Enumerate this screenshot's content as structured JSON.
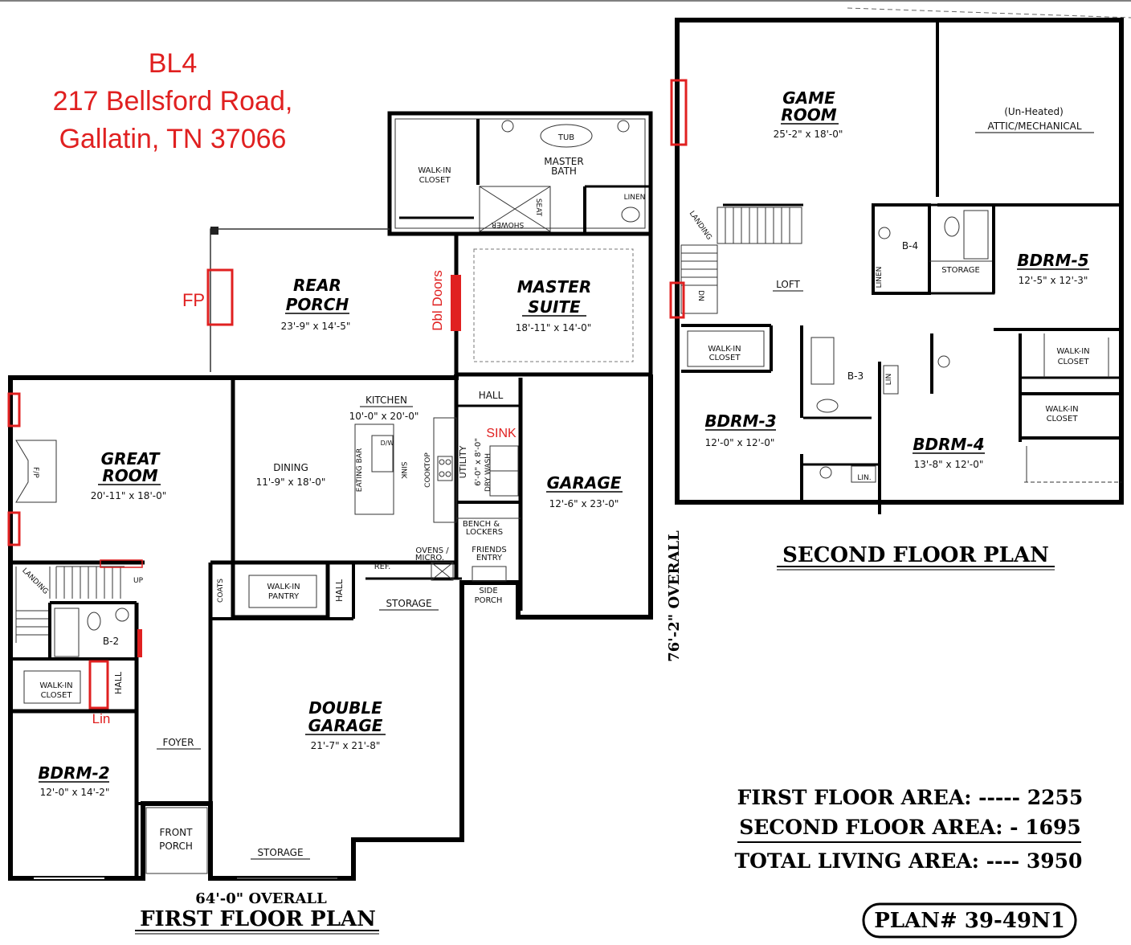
{
  "header": {
    "code": "BL4",
    "street": "217 Bellsford Road,",
    "city": "Gallatin, TN 37066"
  },
  "first_floor": {
    "title": "FIRST FLOOR PLAN",
    "overall_width": "64'-0\" OVERALL",
    "overall_depth": "76'-2\" OVERALL",
    "rooms": {
      "rear_porch": {
        "name1": "REAR",
        "name2": "PORCH",
        "dim": "23'-9\" x 14'-5\""
      },
      "master_suite": {
        "name1": "MASTER",
        "name2": "SUITE",
        "dim": "18'-11\" x 14'-0\""
      },
      "master_bath": {
        "name1": "MASTER",
        "name2": "BATH"
      },
      "tub": "TUB",
      "walk_in_closet_master": {
        "line1": "WALK-IN",
        "line2": "CLOSET"
      },
      "shower": "SHOWER",
      "seat": "SEAT",
      "linen_master": "LINEN",
      "great_room": {
        "name1": "GREAT",
        "name2": "ROOM",
        "dim": "20'-11\" x 18'-0\""
      },
      "fireplace": "F/P",
      "dining": {
        "name": "DINING",
        "dim": "11'-9\" x 18'-0\""
      },
      "kitchen": {
        "name": "KITCHEN",
        "dim": "10'-0\" x 20'-0\""
      },
      "eating_bar": "EATING BAR",
      "dw": "D/W",
      "sink": "SINK",
      "cooktop": "COOKTOP",
      "utility": {
        "name": "UTILITY",
        "dim": "6'-0\" x 8'-0\"",
        "dry_wash": "DRY WASH"
      },
      "hall_upper": "HALL",
      "garage": {
        "name": "GARAGE",
        "dim": "12'-6\" x 23'-0\""
      },
      "bench_lockers": {
        "line1": "BENCH &",
        "line2": "LOCKERS"
      },
      "friends_entry": {
        "line1": "FRIENDS",
        "line2": "ENTRY"
      },
      "ovens_micro": {
        "line1": "OVENS /",
        "line2": "MICRO."
      },
      "ref": "REF.",
      "side_porch": {
        "line1": "SIDE",
        "line2": "PORCH"
      },
      "walk_in_pantry": {
        "line1": "WALK-IN",
        "line2": "PANTRY"
      },
      "hall_pantry": "HALL",
      "coats": "COATS",
      "storage_upper": "STORAGE",
      "landing": "LANDING",
      "up": "UP",
      "b2": "B-2",
      "hall_b2": "HALL",
      "walk_in_closet_b2": {
        "line1": "WALK-IN",
        "line2": "CLOSET"
      },
      "double_garage": {
        "name1": "DOUBLE",
        "name2": "GARAGE",
        "dim": "21'-7\" x 21'-8\""
      },
      "foyer": "FOYER",
      "bdrm2": {
        "name": "BDRM-2",
        "dim": "12'-0\" x 14'-2\""
      },
      "front_porch": {
        "line1": "FRONT",
        "line2": "PORCH"
      },
      "storage_lower": "STORAGE"
    }
  },
  "second_floor": {
    "title": "SECOND FLOOR PLAN",
    "rooms": {
      "game_room": {
        "name1": "GAME",
        "name2": "ROOM",
        "dim": "25'-2\" x 18'-0\""
      },
      "attic": {
        "line1": "(Un-Heated)",
        "line2": "ATTIC/MECHANICAL"
      },
      "landing": "LANDING",
      "dn": "DN",
      "loft": "LOFT",
      "b4": "B-4",
      "linen_b4": "LINEN",
      "storage": "STORAGE",
      "bdrm5": {
        "name": "BDRM-5",
        "dim": "12'-5\" x 12'-3\""
      },
      "walk_in_closet_b3": {
        "line1": "WALK-IN",
        "line2": "CLOSET"
      },
      "b3": "B-3",
      "lin_b3": "LIN",
      "walk_in_closet_b5": {
        "line1": "WALK-IN",
        "line2": "CLOSET"
      },
      "walk_in_closet_b4": {
        "line1": "WALK-IN",
        "line2": "CLOSET"
      },
      "bdrm3": {
        "name": "BDRM-3",
        "dim": "12'-0\" x 12'-0\""
      },
      "bdrm4": {
        "name": "BDRM-4",
        "dim": "13'-8\" x 12'-0\""
      },
      "lin_b4": "LIN."
    }
  },
  "annotations": {
    "fp": "FP",
    "dbl_doors": "Dbl Doors",
    "sink": "SINK",
    "lin": "Lin"
  },
  "areas": {
    "first": "FIRST FLOOR AREA: ----- 2255",
    "second": "SECOND FLOOR AREA: - 1695",
    "total": "TOTAL LIVING AREA: ---- 3950"
  },
  "plan_number": "PLAN# 39-49N1",
  "colors": {
    "annotation_red": "#e02020",
    "wall": "#000000"
  }
}
